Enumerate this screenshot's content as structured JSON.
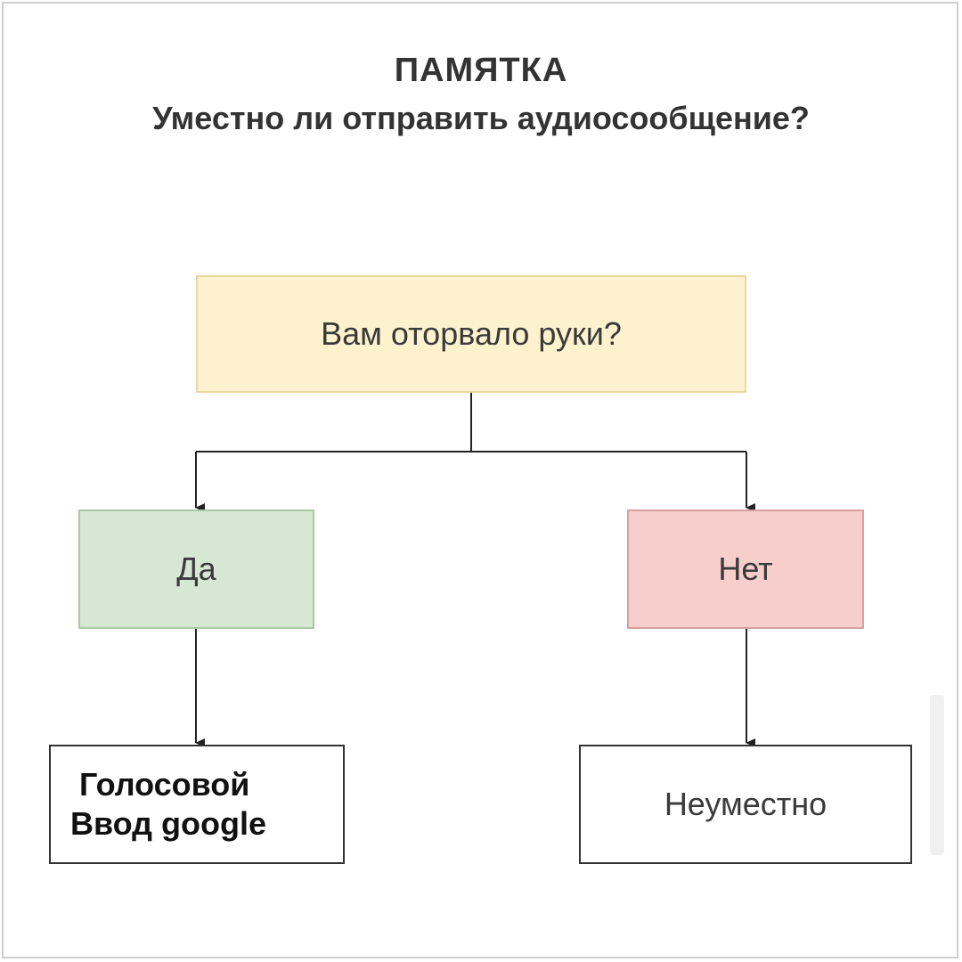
{
  "title": "ПАМЯТКА",
  "subtitle": "Уместно ли отправить аудиосообщение?",
  "nodes": {
    "question": {
      "label": "Вам оторвало руки?",
      "fill": "#fdf2cd"
    },
    "yes": {
      "label": "Да",
      "fill": "#d6e8d4"
    },
    "no": {
      "label": "Нет",
      "fill": "#f8cecc"
    },
    "voice_input": {
      "line1": "Голосовой",
      "line2": "Ввод google",
      "fill": "#ffffff"
    },
    "inappropriate": {
      "label": "Неуместно",
      "fill": "#ffffff"
    }
  },
  "edges": [
    {
      "from": "question",
      "to": "yes"
    },
    {
      "from": "question",
      "to": "no"
    },
    {
      "from": "yes",
      "to": "voice_input"
    },
    {
      "from": "no",
      "to": "inappropriate"
    }
  ]
}
